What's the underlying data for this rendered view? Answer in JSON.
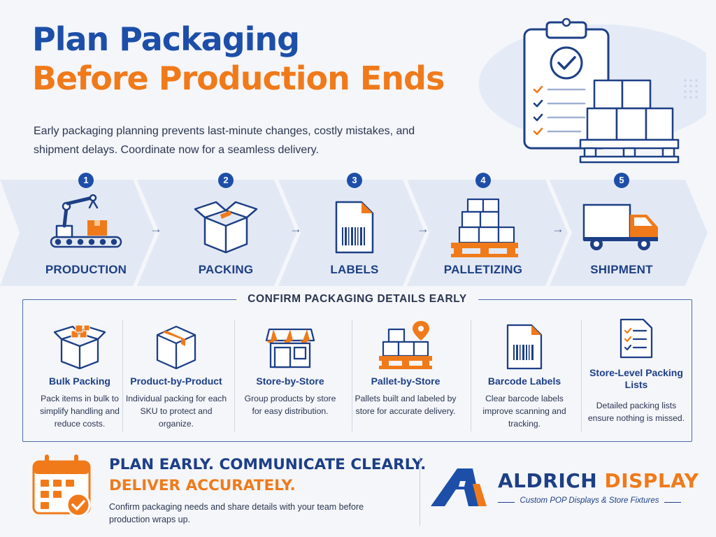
{
  "title": {
    "line1": "Plan Packaging",
    "line2": "Before Production Ends"
  },
  "intro": "Early packaging planning prevents last-minute changes, costly mistakes, and shipment delays. Coordinate now for a seamless delivery.",
  "hero": {
    "icon": "clipboard-checklist-pallet-icon"
  },
  "steps": [
    {
      "number": "1",
      "label": "PRODUCTION",
      "icon": "robot-arm-conveyor-icon"
    },
    {
      "number": "2",
      "label": "PACKING",
      "icon": "open-box-icon"
    },
    {
      "number": "3",
      "label": "LABELS",
      "icon": "barcode-label-icon"
    },
    {
      "number": "4",
      "label": "PALLETIZING",
      "icon": "boxes-on-pallet-icon"
    },
    {
      "number": "5",
      "label": "SHIPMENT",
      "icon": "delivery-truck-icon"
    }
  ],
  "details": {
    "title": "CONFIRM PACKAGING DETAILS EARLY",
    "items": [
      {
        "title": "Bulk Packing",
        "desc": "Pack items in bulk to simplify handling and reduce costs.",
        "icon": "bulk-box-icon"
      },
      {
        "title": "Product-by-Product",
        "desc": "Individual packing for each SKU to protect and organize.",
        "icon": "single-box-icon"
      },
      {
        "title": "Store-by-Store",
        "desc": "Group products by store for easy distribution.",
        "icon": "storefront-icon"
      },
      {
        "title": "Pallet-by-Store",
        "desc": "Pallets built and labeled by store for accurate delivery.",
        "icon": "pallet-location-icon"
      },
      {
        "title": "Barcode Labels",
        "desc": "Clear barcode labels improve scanning and tracking.",
        "icon": "barcode-icon"
      },
      {
        "title": "Store-Level Packing Lists",
        "desc": "Detailed packing lists ensure nothing is missed.",
        "icon": "checklist-icon"
      }
    ]
  },
  "footer": {
    "headline1": "PLAN EARLY. COMMUNICATE CLEARLY.",
    "headline2": "DELIVER ACCURATELY.",
    "body": "Confirm packaging needs and share details with your team before production wraps up.",
    "icon": "calendar-check-icon"
  },
  "logo": {
    "name_part1": "ALDRICH",
    "name_part2": "DISPLAY",
    "tagline": "Custom POP Displays & Store Fixtures"
  },
  "colors": {
    "navy": "#1d4fa8",
    "orange": "#f07a1a",
    "text": "#2b3550"
  }
}
